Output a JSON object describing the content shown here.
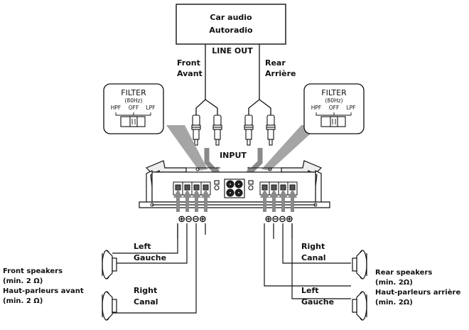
{
  "source": {
    "line1": "Car audio",
    "line2": "Autoradio"
  },
  "line_out": "LINE OUT",
  "front": {
    "line1": "Front",
    "line2": "Avant"
  },
  "rear": {
    "line1": "Rear",
    "line2": "Arrière"
  },
  "input": "INPUT",
  "filter": {
    "title": "FILTER",
    "freq": "(80Hz)",
    "hpf": "HPF",
    "off": "OFF",
    "lpf": "LPF"
  },
  "terminals": {
    "left_pair": "⊕⊖⊖⊕",
    "right_pair": "⊕⊖⊖⊕"
  },
  "front_left": {
    "line1": "Left",
    "line2": "Gauche"
  },
  "front_right": {
    "line1": "Right",
    "line2": "Canal"
  },
  "rear_right": {
    "line1": "Right",
    "line2": "Canal"
  },
  "rear_left": {
    "line1": "Left",
    "line2": "Gauche"
  },
  "front_speakers": {
    "line1": "Front speakers",
    "line2": "(min. 2 Ω)",
    "line3": "Haut-parleurs avant",
    "line4": "(min. 2 Ω)"
  },
  "rear_speakers": {
    "line1": "Rear speakers",
    "line2": "(min. 2Ω)",
    "line3": "Haut-parleurs arrière",
    "line4": "(min. 2Ω)"
  }
}
